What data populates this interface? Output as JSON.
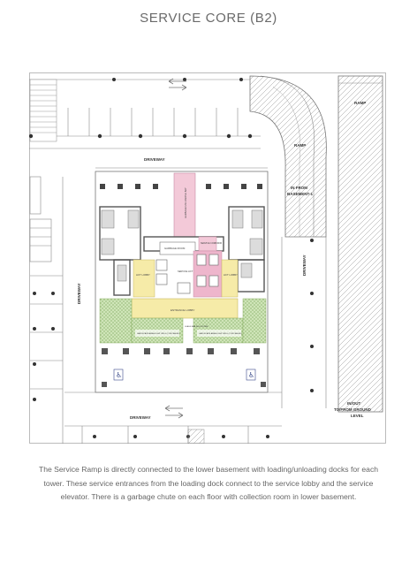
{
  "page": {
    "title": "SERVICE CORE (B2)",
    "caption": "The Service Ramp is directly connected to the lower basement with loading/unloading docks for each tower. These service entrances from the loading dock connect to the service lobby and the service elevator. There is a garbage chute on each floor with collection room in lower basement."
  },
  "plan_labels": {
    "ramp_right": "RAMP",
    "ramp_curve": "RAMP",
    "driveway_top": "DRIVEWAY",
    "driveway_left": "DRIVEWAY",
    "driveway_right": "DRIVEWAY",
    "driveway_bottom": "DRIVEWAY",
    "in_from_1": "IN FROM",
    "in_from_2": "BASEMENT-1",
    "inout_1": "IN/OUT",
    "inout_2": "TO/FROM GROUND",
    "inout_3": "LEVEL",
    "loading_bay": "GARBAGE UNLOADING BAY",
    "garbage_room": "GARBAGE ROOM",
    "service_corridor": "SERVICE CORRIDOR",
    "lift_lobby_left": "LIFT LOBBY",
    "lift_lobby_right": "LIFT LOBBY",
    "service_lift": "SERVICE LIFT",
    "entrance_lobby": "ENTRANCE LOBBY",
    "landscape_left": "LANDSCAPE AREA LIGHT WELL (CONCEALED)",
    "landscape_right": "LANDSCAPE AREA LIGHT WELL (CONCEALED)",
    "glass_railing": "GLASS RAILING SYSTEM"
  },
  "colors": {
    "lobby_yellow": "#f6eba8",
    "loading_pink": "#f3c9d8",
    "service_pink": "#eeb6cc",
    "landscape_green": "#cfe5b8",
    "wall": "#6b6b6b",
    "accessible_blue": "#3a4a8a"
  },
  "icons": [
    "arrow-left-icon",
    "arrow-right-icon",
    "accessible-parking-icon",
    "column-icon"
  ]
}
